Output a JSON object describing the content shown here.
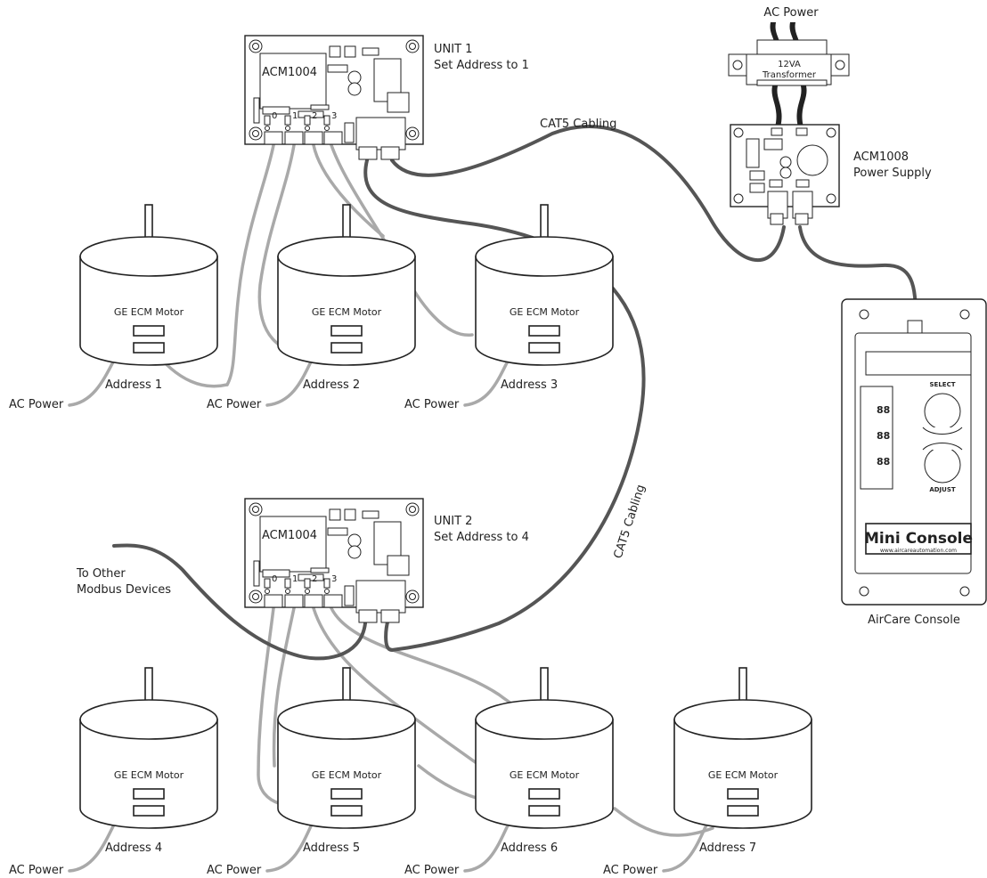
{
  "units": [
    {
      "board_label": "ACM1004",
      "title": "UNIT 1",
      "subtitle": "Set Address to 1"
    },
    {
      "board_label": "ACM1004",
      "title": "UNIT 2",
      "subtitle": "Set Address to 4"
    }
  ],
  "motors": [
    {
      "label": "GE ECM Motor",
      "address": "Address 1",
      "power": "AC Power"
    },
    {
      "label": "GE ECM Motor",
      "address": "Address 2",
      "power": "AC Power"
    },
    {
      "label": "GE ECM Motor",
      "address": "Address 3",
      "power": "AC Power"
    },
    {
      "label": "GE ECM Motor",
      "address": "Address 4",
      "power": "AC Power"
    },
    {
      "label": "GE ECM Motor",
      "address": "Address 5",
      "power": "AC Power"
    },
    {
      "label": "GE ECM Motor",
      "address": "Address 6",
      "power": "AC Power"
    },
    {
      "label": "GE ECM Motor",
      "address": "Address 7",
      "power": "AC Power"
    }
  ],
  "dip_labels": [
    "0",
    "1",
    "2",
    "3"
  ],
  "transformer": {
    "top_label": "AC Power",
    "line1": "12VA",
    "line2": "Transformer"
  },
  "power_supply": {
    "name": "ACM1008",
    "desc": "Power Supply"
  },
  "cabling": {
    "top": "CAT5 Cabling",
    "right": "CAT5 Cabling"
  },
  "other_devices": {
    "line1": "To Other",
    "line2": "Modbus Devices"
  },
  "console": {
    "brand": "Mini Console",
    "url": "www.aircareautomation.com",
    "select": "SELECT",
    "adjust": "ADJUST",
    "digits": "88",
    "caption": "AirCare Console"
  }
}
